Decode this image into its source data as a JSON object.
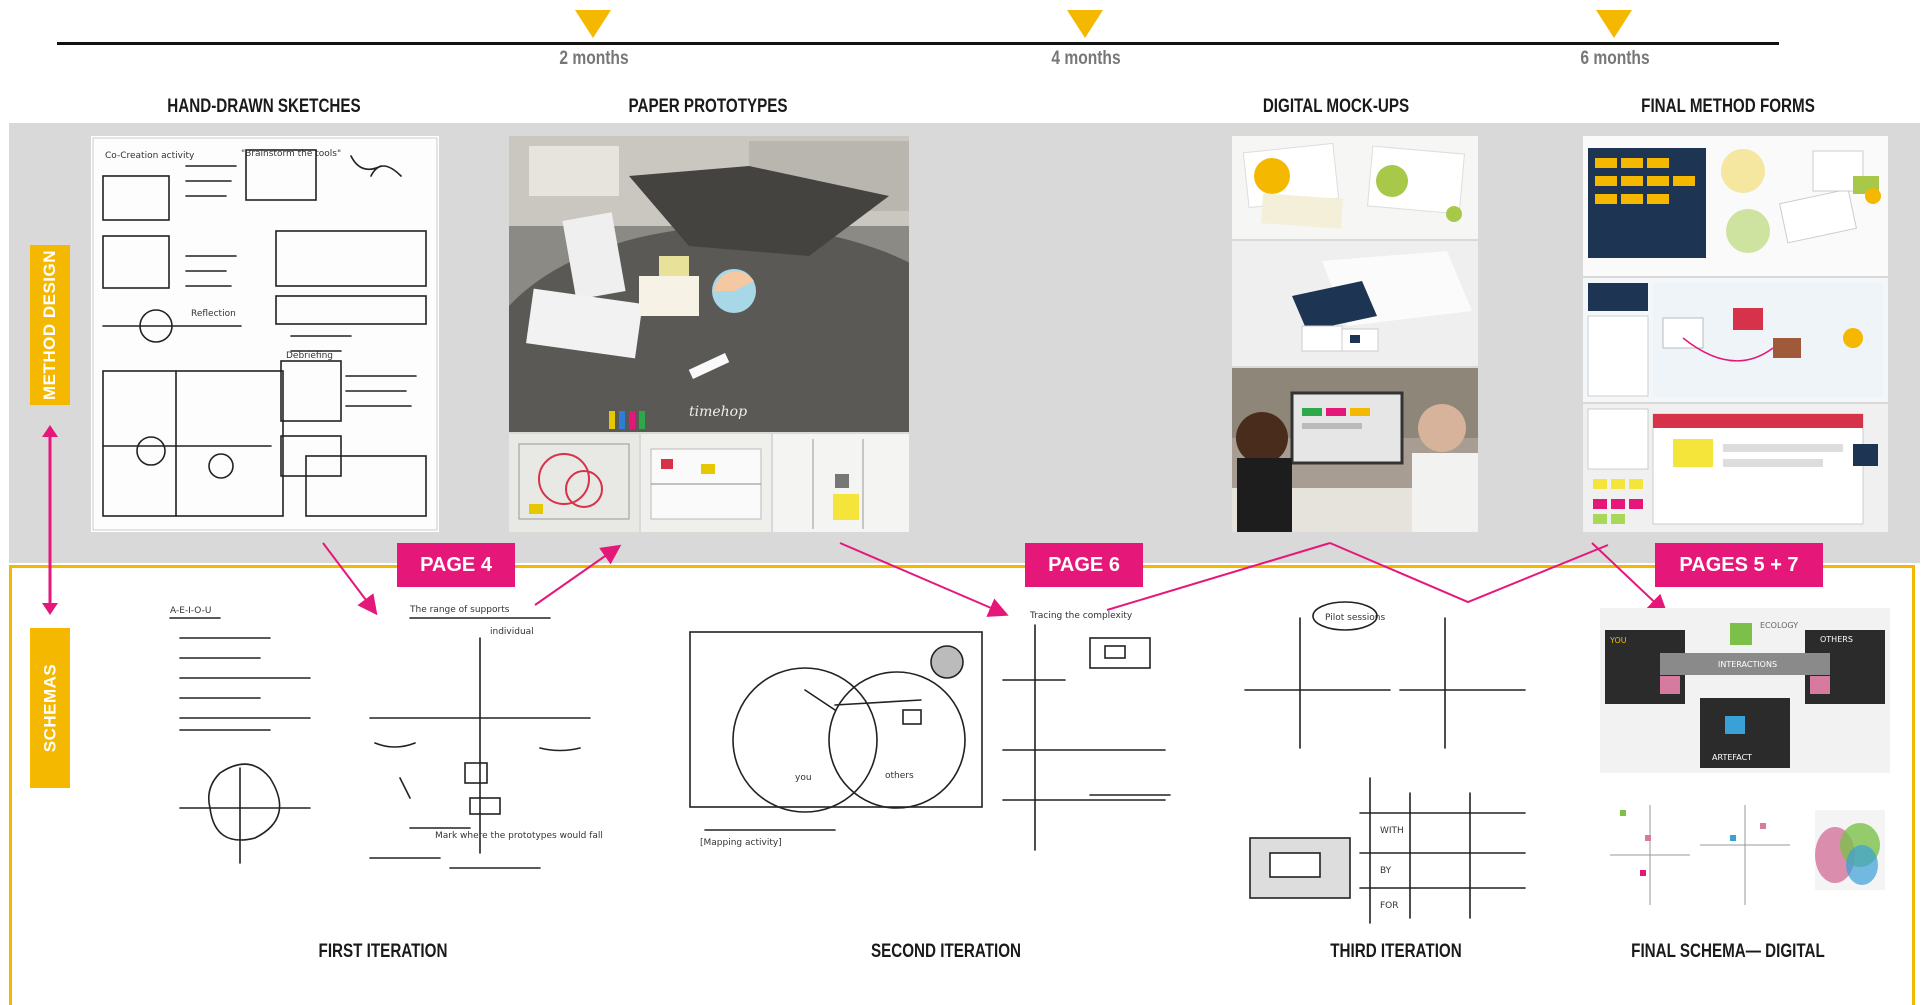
{
  "timeline": {
    "months": [
      "2 months",
      "4 months",
      "6 months"
    ]
  },
  "columns": {
    "sketches": "HAND-DRAWN SKETCHES",
    "paper": "PAPER PROTOTYPES",
    "digital": "DIGITAL MOCK-UPS",
    "final": "FINAL METHOD FORMS"
  },
  "side_tabs": {
    "method_design": "METHOD DESIGN",
    "schemas": "SCHEMAS"
  },
  "pages": {
    "p4": "PAGE 4",
    "p6": "PAGE 6",
    "p57": "PAGES 5 + 7"
  },
  "iterations": {
    "first": "FIRST ITERATION",
    "second": "SECOND ITERATION",
    "third": "THIRD ITERATION",
    "final": "FINAL SCHEMA— DIGITAL"
  },
  "colors": {
    "accent_yellow": "#f5b800",
    "accent_magenta": "#e5187a",
    "band_grey": "#d9d9d9"
  }
}
